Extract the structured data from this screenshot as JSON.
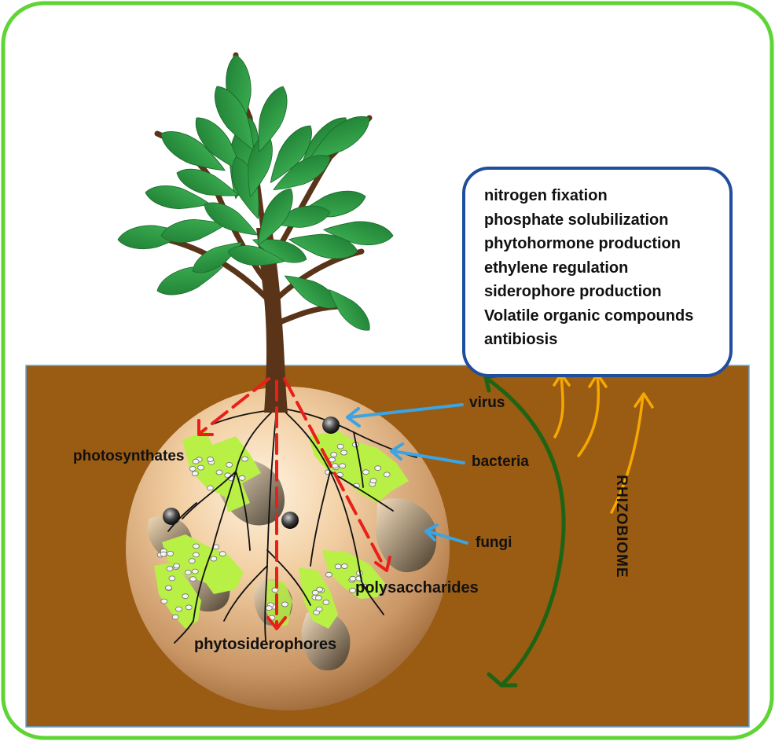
{
  "benefits": [
    "nitrogen fixation",
    "phosphate solubilization",
    "phytohormone production",
    "ethylene regulation",
    "siderophore production",
    "Volatile organic compounds",
    "antibiosis"
  ],
  "microbes": {
    "virus": "virus",
    "bacteria": "bacteria",
    "fungi": "fungi"
  },
  "exudates": {
    "photosynthates": "photosynthates",
    "polysaccharides": "polysaccharides",
    "phytosiderophores": "phytosiderophores"
  },
  "rhizobiome_label": "RHIZOBIOME",
  "colors": {
    "frame": "#5fd535",
    "soil": "#9a5b13",
    "soil_border": "#5aa9e6",
    "benefit_box_border": "#1f4e9c",
    "exudate_arrow": "#e8201a",
    "microbe_arrow": "#3aa4e4",
    "rhizobiome_arrow": "#1e6414",
    "volatile_arrow": "#f6a800",
    "leaf": "#2e9d44",
    "trunk": "#5a3418",
    "bacteria_patch": "#b8f046"
  }
}
